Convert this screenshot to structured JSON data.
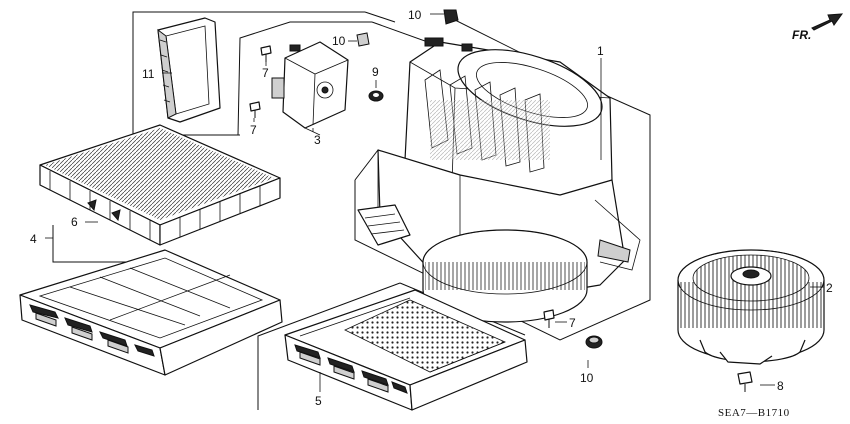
{
  "diagram": {
    "direction_label": "FR.",
    "drawing_code": "SEA7—B1710",
    "callouts": {
      "c1": "1",
      "c2": "2",
      "c3": "3",
      "c4": "4",
      "c5": "5",
      "c6": "6",
      "c7a": "7",
      "c7b": "7",
      "c7c": "7",
      "c8": "8",
      "c9": "9",
      "c10a": "10",
      "c10b": "10",
      "c10c": "10",
      "c11": "11"
    }
  }
}
